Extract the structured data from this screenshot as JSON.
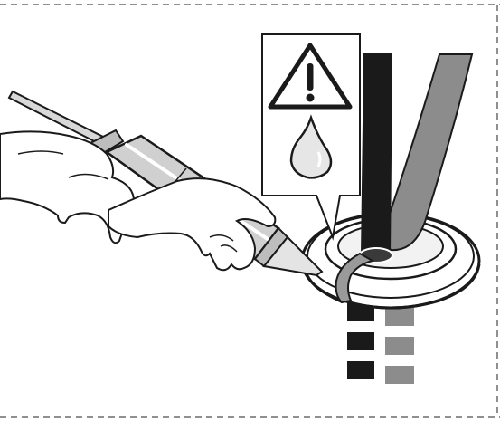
{
  "figure": {
    "frame_style": "dashed",
    "warning_panel": {
      "symbol": "warning-triangle",
      "secondary_symbol": "liquid-drop"
    },
    "cables": [
      {
        "shade": "black",
        "color": "#1a1a1a"
      },
      {
        "shade": "grey",
        "color": "#8c8c8c"
      }
    ],
    "colors": {
      "line": "#1a1a1a",
      "cable_dark": "#1a1a1a",
      "cable_grey": "#8c8c8c",
      "gun_body": "#d0d0d0",
      "background": "#ffffff"
    }
  }
}
